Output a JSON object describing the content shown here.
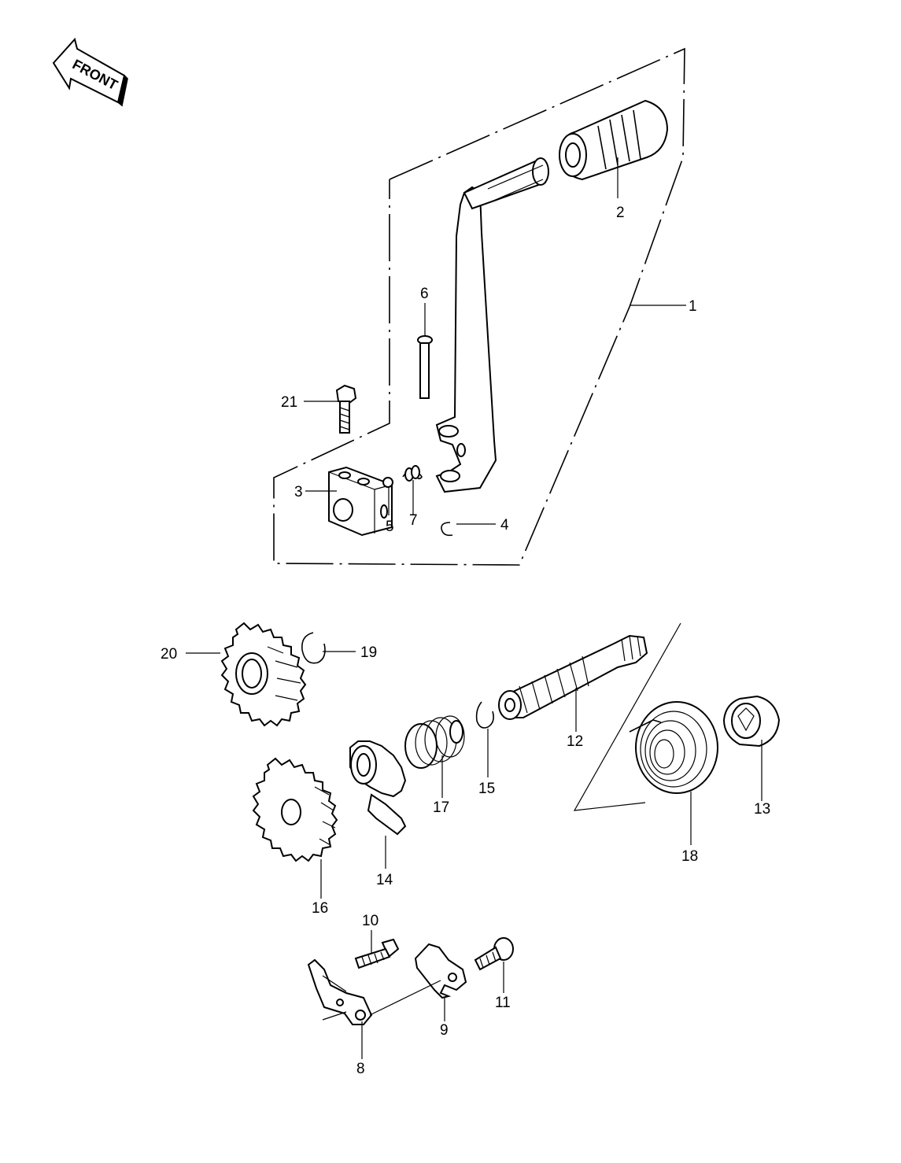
{
  "front_badge": {
    "label": "FRONT"
  },
  "callouts": [
    {
      "id": "c1",
      "label": "1"
    },
    {
      "id": "c2",
      "label": "2"
    },
    {
      "id": "c3",
      "label": "3"
    },
    {
      "id": "c4",
      "label": "4"
    },
    {
      "id": "c5",
      "label": "5"
    },
    {
      "id": "c6",
      "label": "6"
    },
    {
      "id": "c7",
      "label": "7"
    },
    {
      "id": "c8",
      "label": "8"
    },
    {
      "id": "c9",
      "label": "9"
    },
    {
      "id": "c10",
      "label": "10"
    },
    {
      "id": "c11",
      "label": "11"
    },
    {
      "id": "c12",
      "label": "12"
    },
    {
      "id": "c13",
      "label": "13"
    },
    {
      "id": "c14",
      "label": "14"
    },
    {
      "id": "c15",
      "label": "15"
    },
    {
      "id": "c16",
      "label": "16"
    },
    {
      "id": "c17",
      "label": "17"
    },
    {
      "id": "c18",
      "label": "18"
    },
    {
      "id": "c19",
      "label": "19"
    },
    {
      "id": "c20",
      "label": "20"
    },
    {
      "id": "c21",
      "label": "21"
    }
  ]
}
